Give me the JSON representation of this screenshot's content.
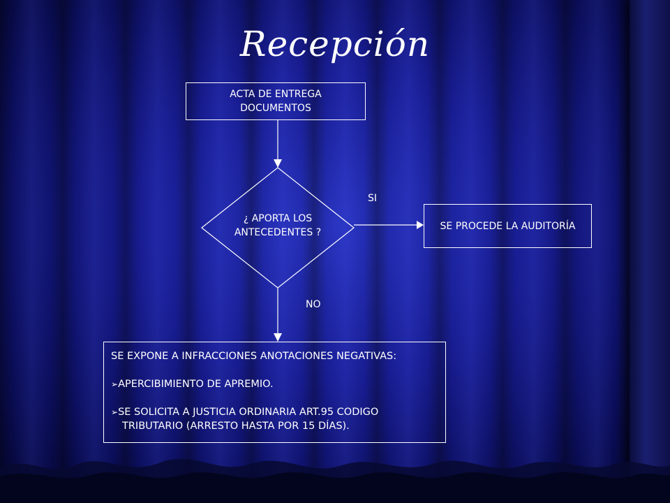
{
  "slide": {
    "title": "Recepción"
  },
  "nodes": {
    "acta": {
      "line1": "ACTA DE ENTREGA",
      "line2": "DOCUMENTOS"
    },
    "decision": {
      "line1": "¿ APORTA LOS",
      "line2": "ANTECEDENTES ?"
    },
    "auditoria": {
      "text": "SE PROCEDE LA AUDITORÍA"
    },
    "infracciones": {
      "heading": "SE EXPONE A INFRACCIONES ANOTACIONES NEGATIVAS:",
      "bullet_symbol": "➢",
      "item1": "APERCIBIMIENTO DE  APREMIO.",
      "item2_line1": "SE  SOLICITA A JUSTICIA ORDINARIA  ART.95 CODIGO",
      "item2_line2": "TRIBUTARIO (ARRESTO HASTA POR 15 DÍAS)."
    }
  },
  "edges": {
    "yes_label": "SI",
    "no_label": "NO"
  },
  "colors": {
    "line": "#ffffff",
    "text": "#ffffff",
    "background_accent": "#1a1f9a"
  }
}
